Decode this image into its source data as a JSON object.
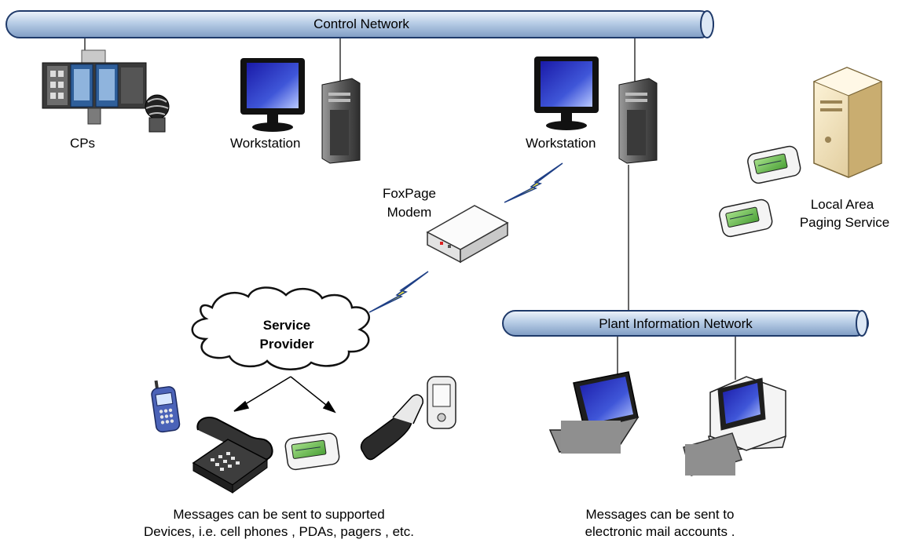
{
  "networks": {
    "control": "Control Network",
    "plant": "Plant Information Network"
  },
  "nodes": {
    "cps": "CPs",
    "workstation_left": "Workstation",
    "workstation_right": "Workstation",
    "modem_line1": "FoxPage",
    "modem_line2": "Modem",
    "paging_line1": "Local Area",
    "paging_line2": "Paging Service",
    "service_provider_line1": "Service",
    "service_provider_line2": "Provider"
  },
  "captions": {
    "devices_line1": "Messages can be sent to supported",
    "devices_line2": "Devices, i.e. cell phones , PDAs, pagers ,  etc.",
    "email_line1": "Messages can be sent to",
    "email_line2": "electronic mail accounts ."
  }
}
